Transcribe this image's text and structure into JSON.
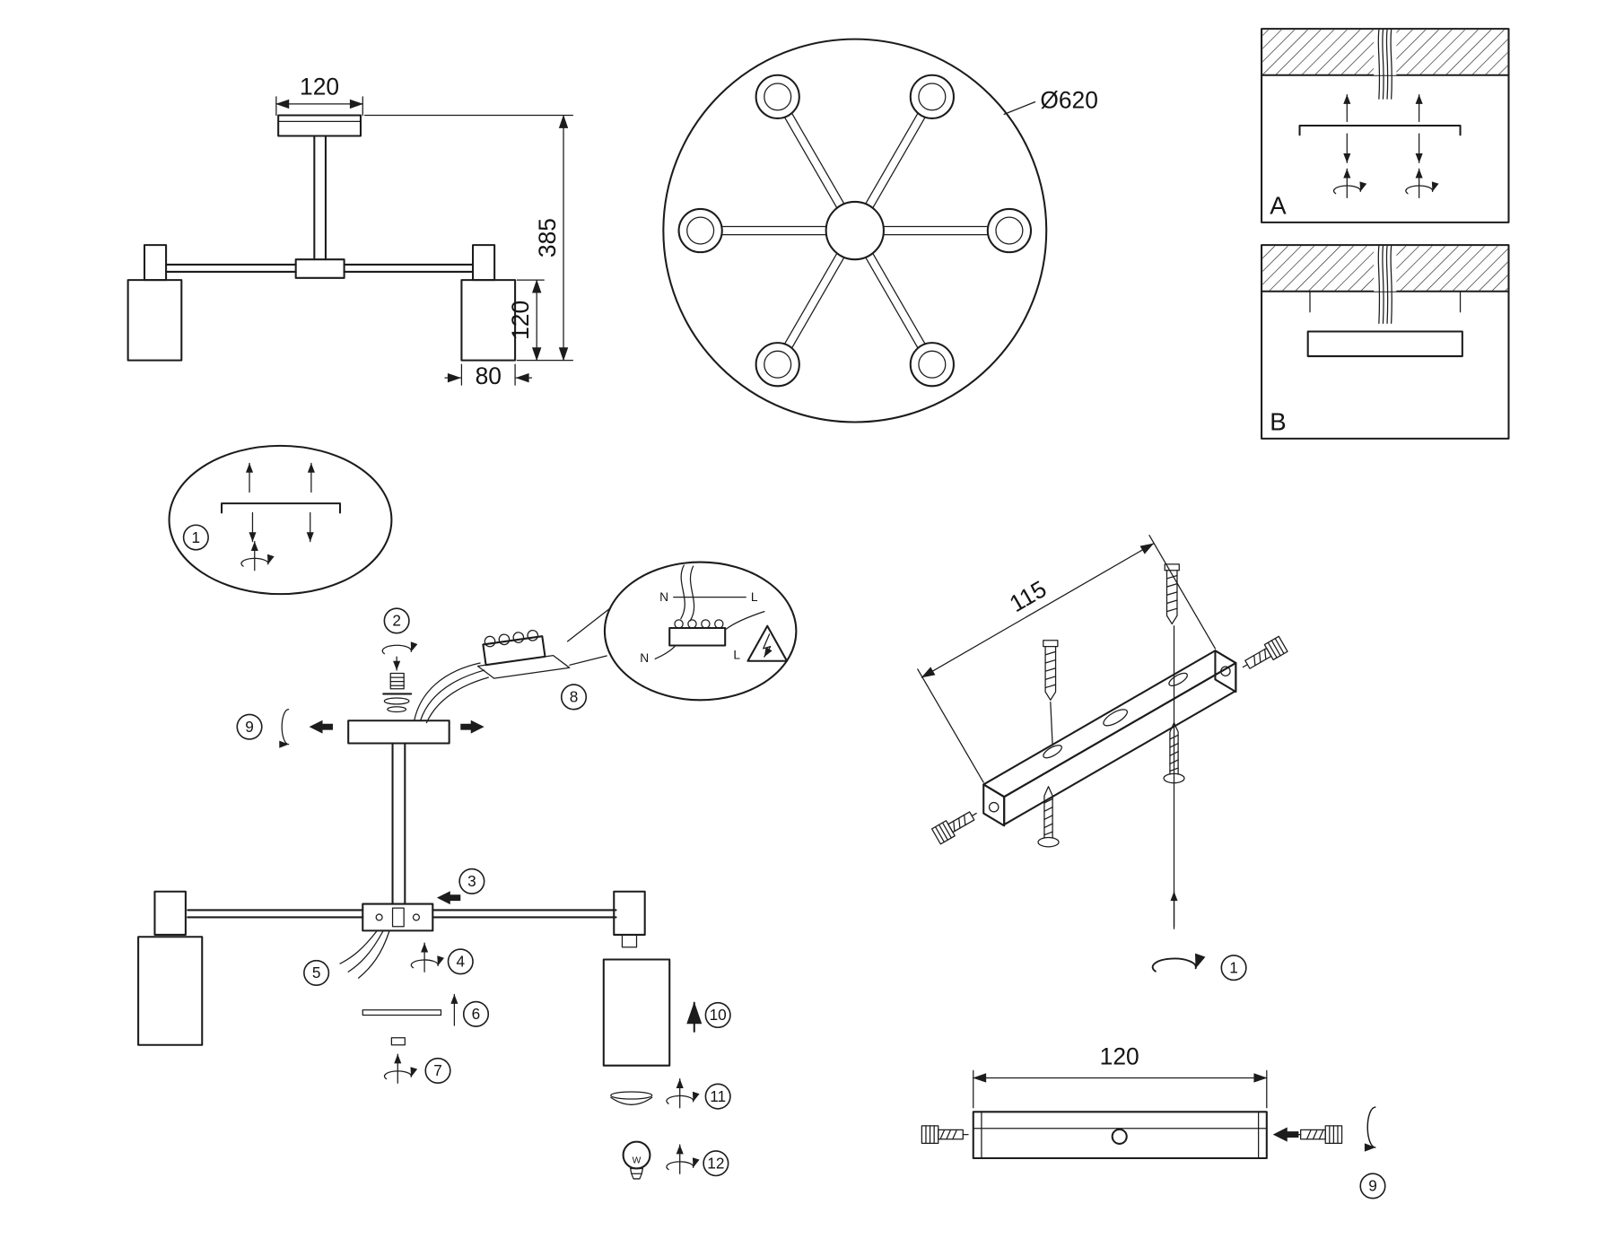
{
  "side_view": {
    "canopy_width": "120",
    "total_height": "385",
    "shade_height": "120",
    "shade_width": "80"
  },
  "top_view": {
    "diameter": "Ø620"
  },
  "mounting_panels": {
    "panel_a": "A",
    "panel_b": "B"
  },
  "steps": {
    "s1": "1",
    "s2": "2",
    "s3": "3",
    "s4": "4",
    "s5": "5",
    "s6": "6",
    "s7": "7",
    "s8": "8",
    "s9": "9",
    "s10": "10",
    "s11": "11",
    "s12": "12"
  },
  "wiring": {
    "neutral_top": "N",
    "live_top": "L",
    "neutral_block": "N",
    "live_block": "L"
  },
  "bulb": {
    "mark": "W"
  },
  "bracket_3d": {
    "hole_spacing": "115"
  },
  "bracket_front": {
    "width": "120"
  }
}
